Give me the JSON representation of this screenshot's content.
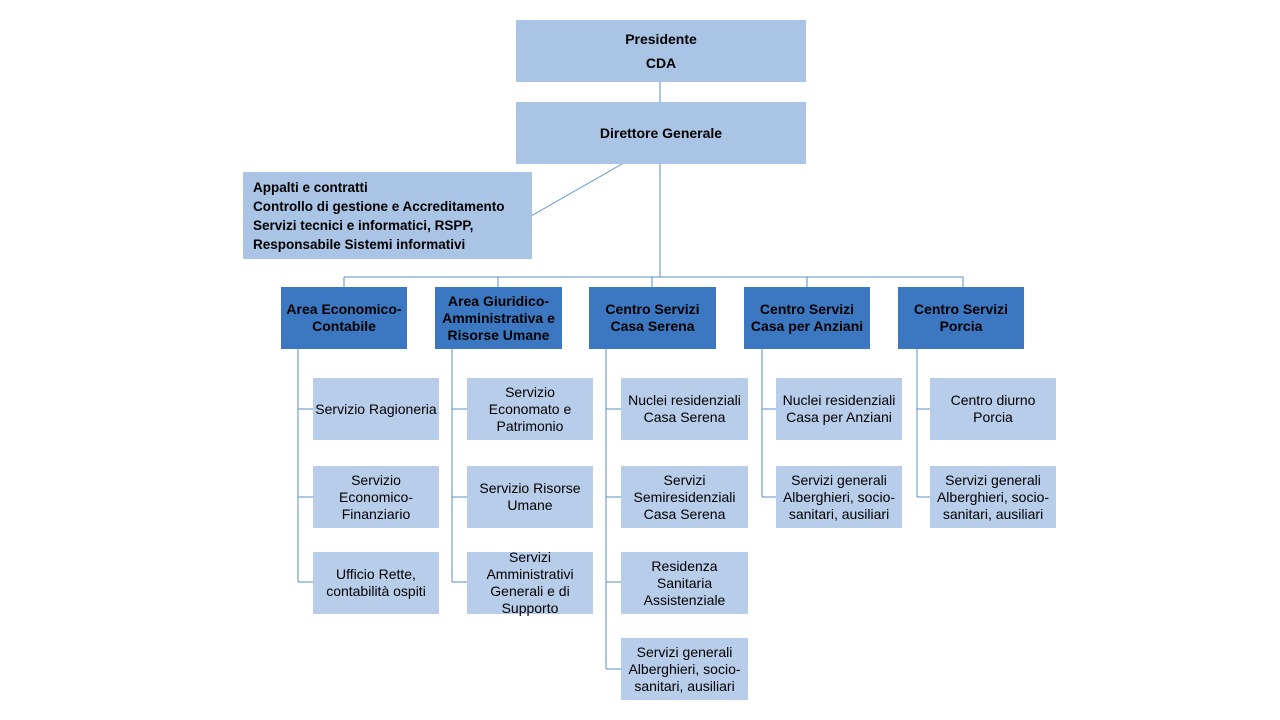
{
  "top": {
    "line1": "Presidente",
    "line2": "CDA"
  },
  "director": "Direttore Generale",
  "staff": {
    "lines": [
      "Appalti e contratti",
      "Controllo di gestione e Accreditamento",
      "Servizi tecnici e informatici, RSPP,",
      "Responsabile Sistemi informativi"
    ]
  },
  "areas": [
    {
      "title": "Area Economico-Contabile",
      "services": [
        "Servizio Ragioneria",
        "Servizio Economico-Finanziario",
        "Ufficio Rette, contabilità ospiti"
      ]
    },
    {
      "title": "Area Giuridico-Amministrativa e Risorse Umane",
      "services": [
        "Servizio Economato e Patrimonio",
        "Servizio Risorse Umane",
        "Servizi Amministrativi Generali e di Supporto"
      ]
    },
    {
      "title": "Centro Servizi Casa Serena",
      "services": [
        "Nuclei residenziali Casa Serena",
        "Servizi Semiresidenziali Casa Serena",
        "Residenza Sanitaria Assistenziale",
        "Servizi generali Alberghieri, socio-sanitari, ausiliari"
      ]
    },
    {
      "title": "Centro Servizi Casa per Anziani",
      "services": [
        "Nuclei residenziali Casa per Anziani",
        "Servizi generali Alberghieri, socio-sanitari, ausiliari"
      ]
    },
    {
      "title": "Centro Servizi Porcia",
      "services": [
        "Centro diurno Porcia",
        "Servizi generali Alberghieri, socio-sanitari, ausiliari"
      ]
    }
  ]
}
